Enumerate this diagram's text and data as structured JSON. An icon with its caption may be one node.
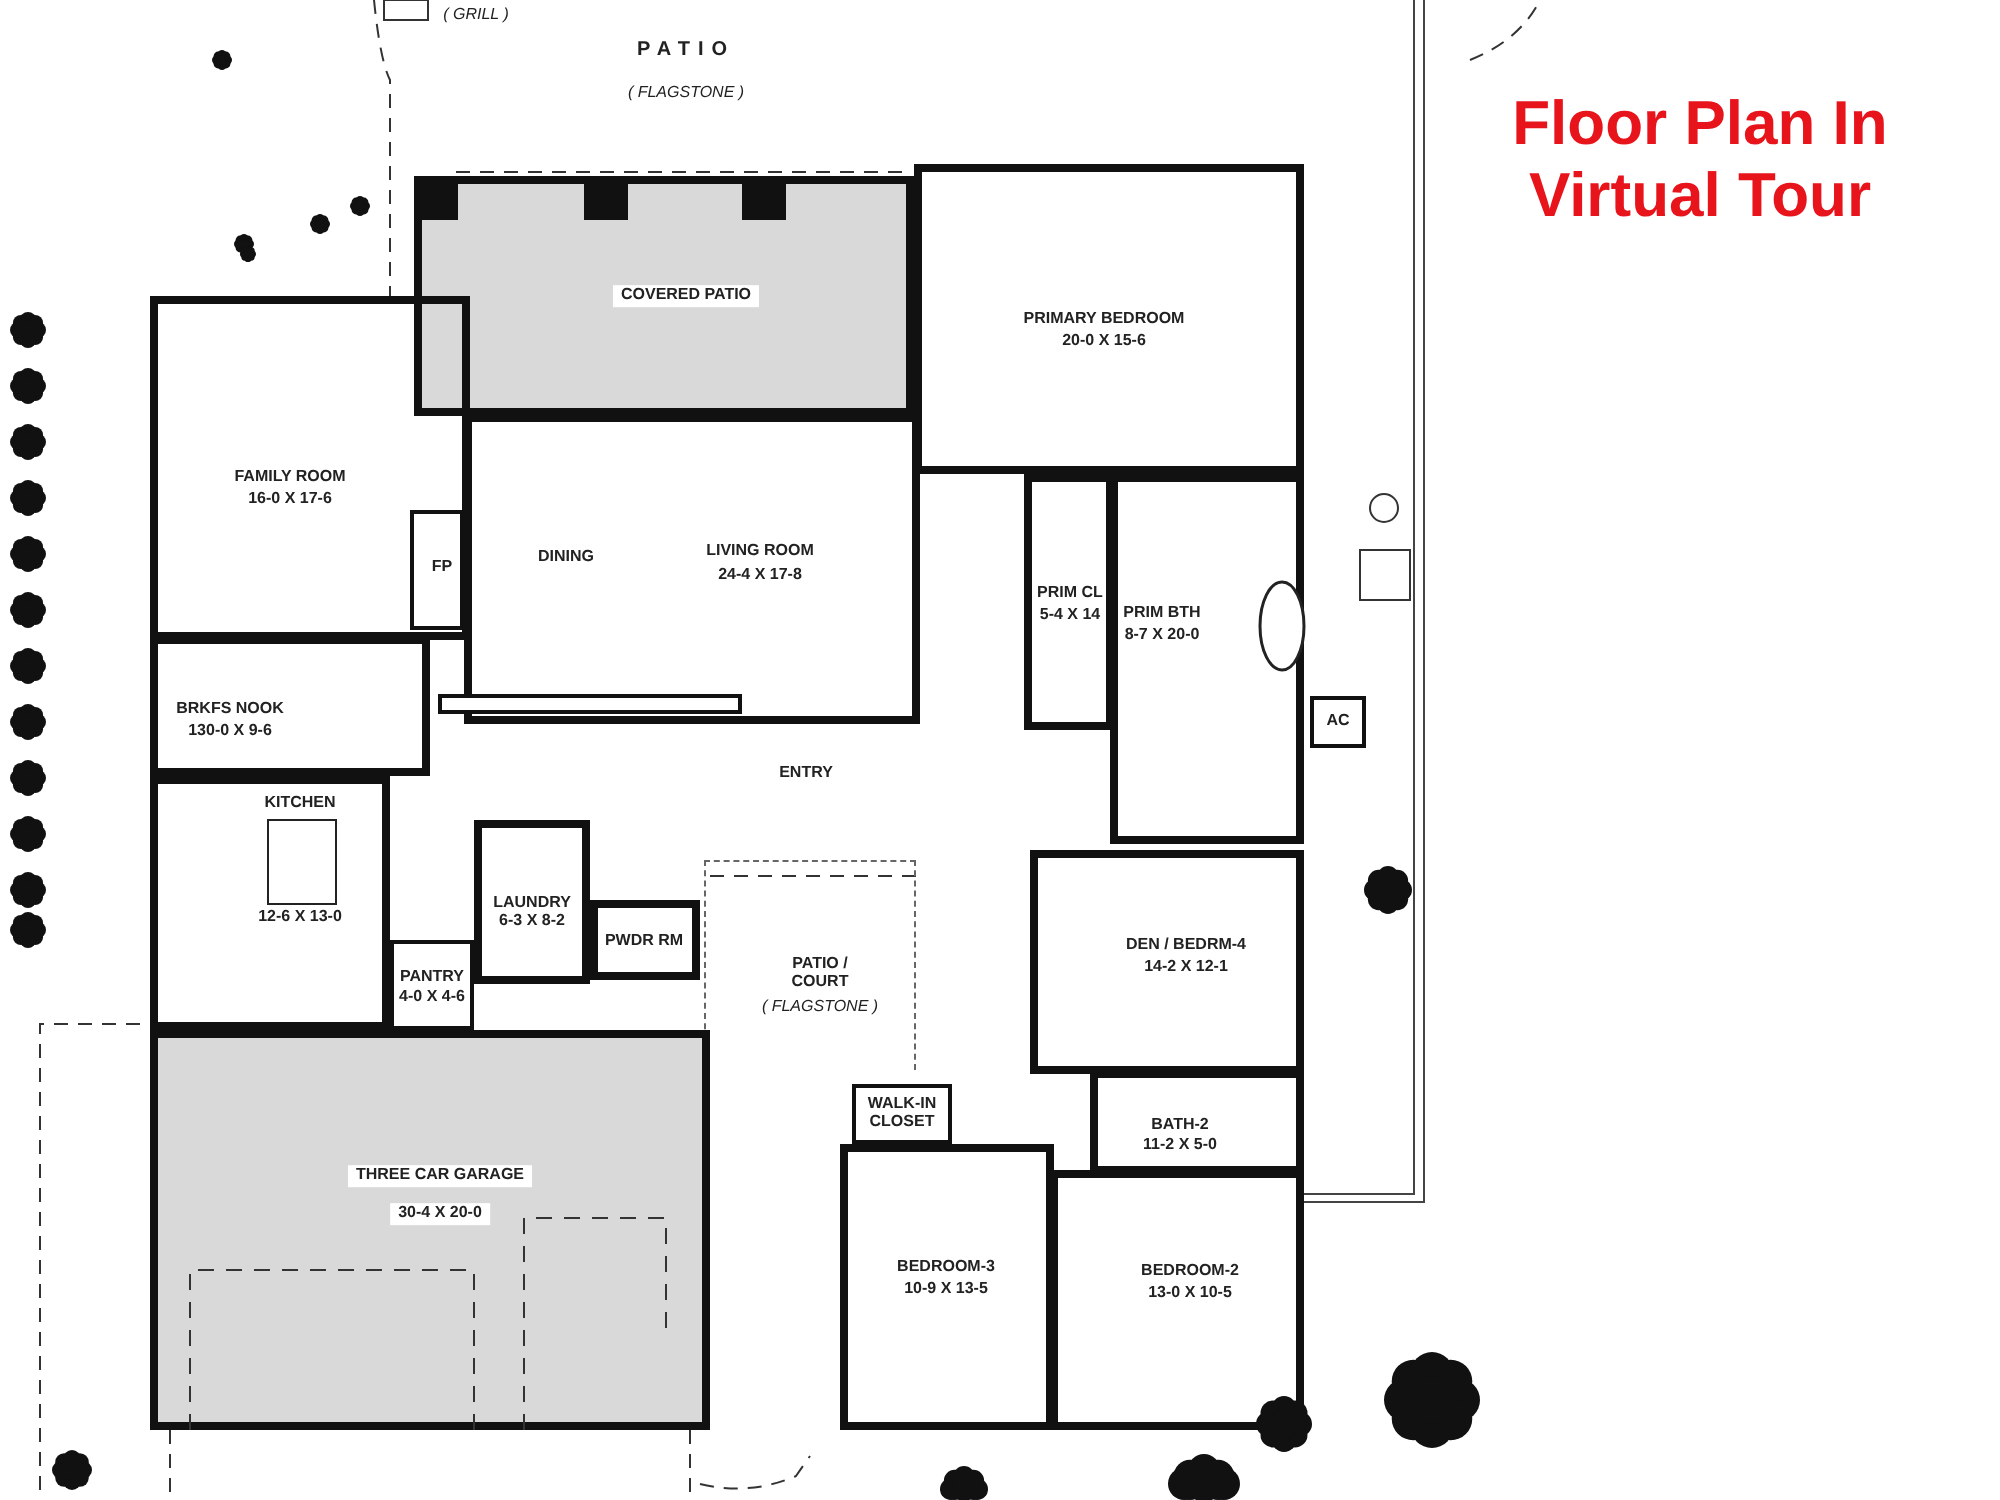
{
  "diagram": {
    "title": "Floor Plan In Virtual Tour",
    "nodes": [
      {
        "text": [
          "COVERED PATIO"
        ]
      },
      {
        "text": [
          "PRIMARY BEDROOM",
          "20-0 X 15-6"
        ]
      },
      {
        "text": [
          "FAMILY ROOM",
          "16-0 X 17-6"
        ]
      },
      {
        "text": [
          "FP"
        ],
        "in": 2
      },
      {
        "text": [
          "LIVING ROOM",
          "24-4 X 17-8"
        ]
      },
      {
        "text": [
          "PRIM CL",
          "5-4 X 14"
        ]
      },
      {
        "text": [
          "PRIM BTH",
          "8-7 X 20-0"
        ]
      },
      {
        "text": [
          "BRKFS NOOK",
          "130-0 X 9-6"
        ]
      },
      {
        "text": [
          "AC"
        ]
      },
      {
        "text": [
          "KITCHEN",
          "12-6 X 13-0"
        ]
      },
      {
        "text": [
          "LAUNDRY",
          "6-3 X 8-2"
        ]
      },
      {
        "text": [
          "PWDR RM"
        ]
      },
      {
        "text": [
          "PATIO / COURT",
          "( FLAGSTONE )"
        ]
      },
      {
        "text": [
          "PANTRY",
          "4-0 X 4-6"
        ]
      },
      {
        "text": [
          "DEN / BEDRM-4",
          "14-2 X 12-1"
        ]
      },
      {
        "text": [
          "WALK-IN CLOSET"
        ]
      },
      {
        "text": [
          "BATH-2",
          "11-2 X 5-0"
        ]
      },
      {
        "text": [
          "THREE CAR GARAGE",
          "30-4 X 20-0"
        ]
      },
      {
        "text": [
          "BEDROOM-3",
          "10-9 X 13-5"
        ]
      },
      {
        "text": [
          "BEDROOM-2",
          "13-0 X 10-5"
        ]
      }
    ],
    "labels": [
      "( GRILL )",
      "PATIO",
      "( FLAGSTONE )",
      "DINING",
      "ENTRY"
    ]
  }
}
